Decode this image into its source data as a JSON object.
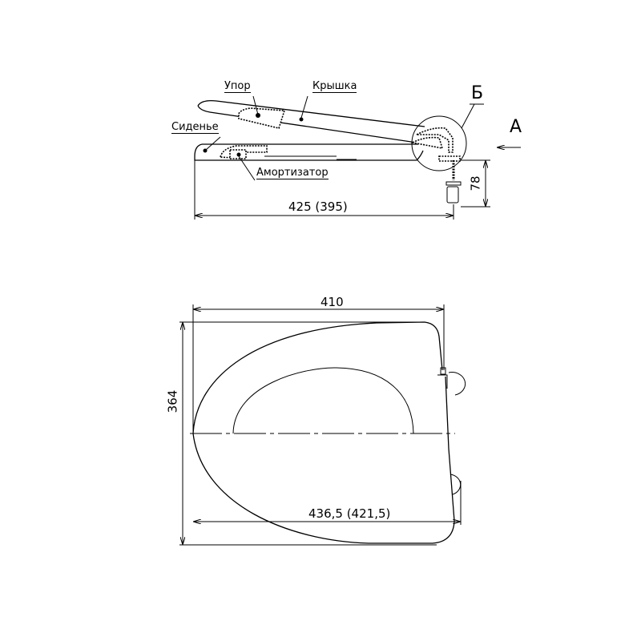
{
  "side_view": {
    "labels": {
      "stop": "Упор",
      "lid": "Крышка",
      "seat": "Сиденье",
      "damper": "Амортизатор"
    },
    "detail_marker": "Б",
    "view_marker": "А",
    "dimensions": {
      "length": "425 (395)",
      "hinge_height": "78"
    }
  },
  "top_view": {
    "dimensions": {
      "width_top": "410",
      "depth": "364",
      "length_total": "436,5 (421,5)"
    }
  }
}
